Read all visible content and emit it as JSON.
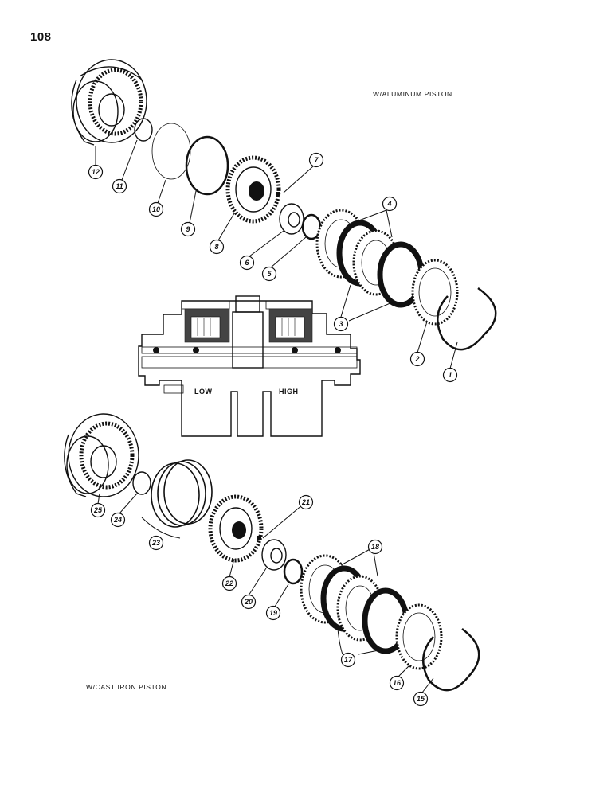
{
  "page": {
    "number": "108"
  },
  "captions": {
    "top": "W/ALUMINUM PISTON",
    "bottom": "W/CAST IRON PISTON"
  },
  "section_view": {
    "left_label": "LOW",
    "right_label": "HIGH"
  },
  "callouts": [
    "1",
    "2",
    "3",
    "4",
    "5",
    "6",
    "7",
    "8",
    "9",
    "10",
    "11",
    "12",
    "15",
    "16",
    "17",
    "18",
    "19",
    "20",
    "21",
    "22",
    "23",
    "24",
    "25"
  ]
}
